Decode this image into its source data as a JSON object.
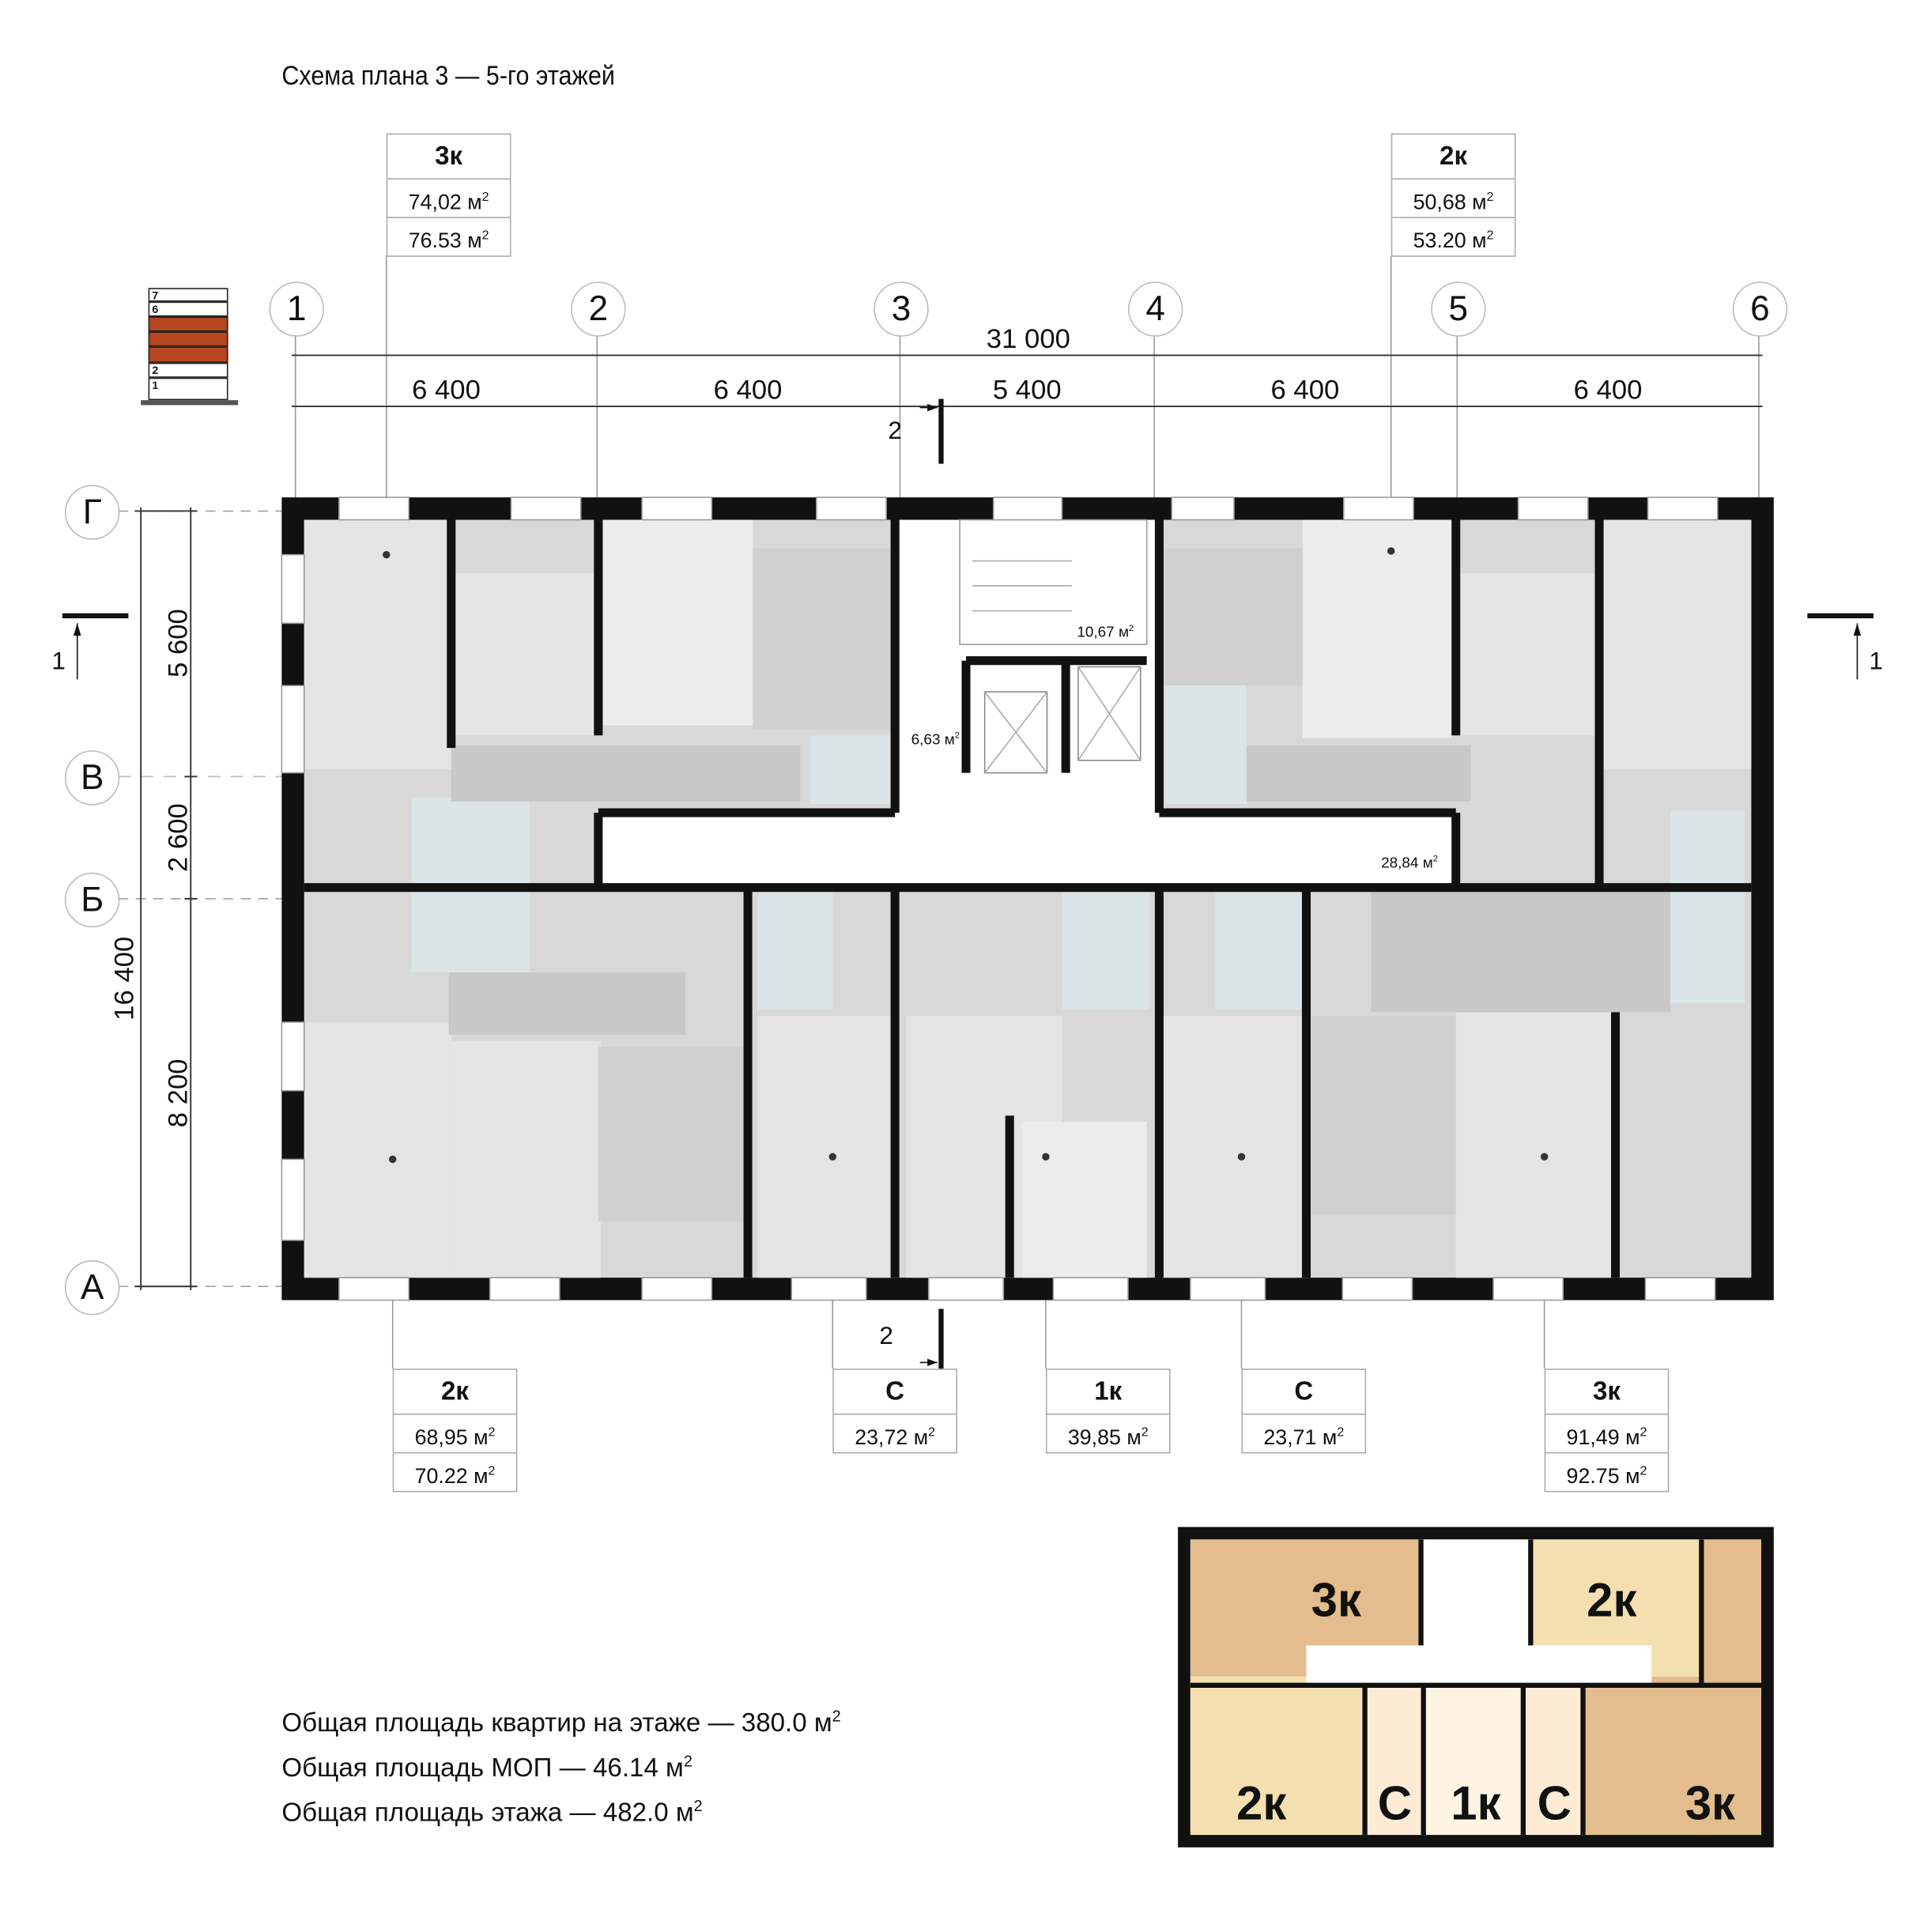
{
  "title": "Схема плана 3 — 5-го этажей",
  "floor_indicator": {
    "labels": [
      "7",
      "6",
      "2",
      "1"
    ],
    "highlighted_floors": [
      3,
      4,
      5
    ],
    "highlight_color": "#b5461d"
  },
  "column_axes": [
    "1",
    "2",
    "3",
    "4",
    "5",
    "6"
  ],
  "row_axes": [
    "Г",
    "В",
    "Б",
    "А"
  ],
  "dimensions": {
    "total": "31 000",
    "spans": [
      "6 400",
      "6 400",
      "5 400",
      "6 400",
      "6 400"
    ],
    "vertical": [
      "5 600",
      "2 600",
      "16 400",
      "8 200"
    ]
  },
  "section_marks": {
    "s1": "1",
    "s2": "2"
  },
  "top_tags": [
    {
      "type": "3к",
      "living": "74,02 м",
      "total": "76.53 м"
    },
    {
      "type": "2к",
      "living": "50,68 м",
      "total": "53.20 м"
    }
  ],
  "bottom_tags": [
    {
      "type": "2к",
      "living": "68,95 м",
      "total": "70.22 м"
    },
    {
      "type": "С",
      "living": "23,72 м"
    },
    {
      "type": "1к",
      "living": "39,85 м"
    },
    {
      "type": "С",
      "living": "23,71 м"
    },
    {
      "type": "3к",
      "living": "91,49 м",
      "total": "92.75 м"
    }
  ],
  "common_areas": {
    "stair": "10,67 м",
    "lobby": "6,63 м",
    "corridor": "28,84 м"
  },
  "sup": "2",
  "summary": {
    "apartments": "Общая площадь квартир на этаже — 380.0 м",
    "mop": "Общая площадь МОП — 46.14 м",
    "floor": "Общая площадь этажа — 482.0 м"
  },
  "mini_plan": {
    "labels": [
      "3к",
      "2к",
      "2к",
      "С",
      "1к",
      "С",
      "3к"
    ],
    "colors": {
      "3k": "#e3bd8d",
      "2k": "#f4dfb0",
      "studio": "#fdebd5",
      "1k": "#fdf4e3"
    }
  }
}
